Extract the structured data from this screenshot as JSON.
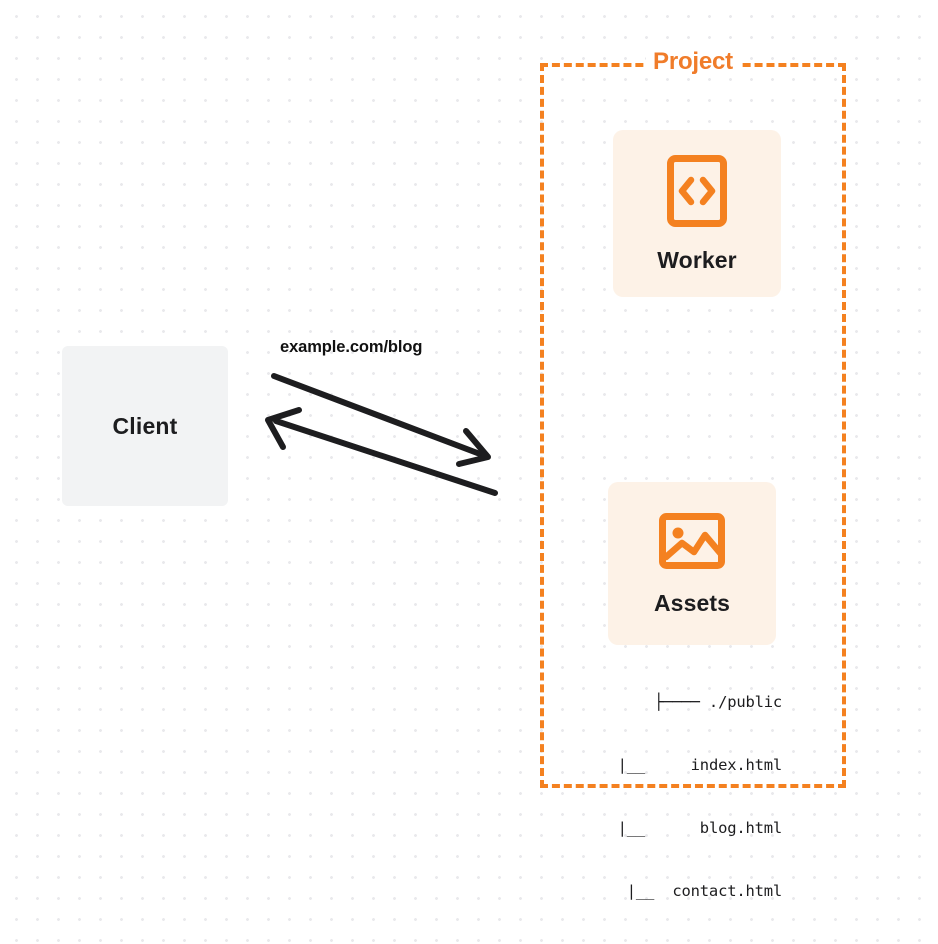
{
  "diagram": {
    "title": "Cloudflare Worker with static assets routing diagram",
    "background": {
      "color": "#ffffff",
      "dot_color": "#e9e9ec",
      "dot_spacing": 21
    },
    "colors": {
      "accent_orange": "#f48120",
      "title_orange": "#f07c2a",
      "card_background": "#fdf2e7",
      "client_background": "#f2f3f4",
      "text_dark": "#1d1d1f",
      "arrow_black": "#1d1d1f"
    }
  },
  "client": {
    "label": "Client"
  },
  "edge": {
    "label": "example.com/blog",
    "arrow_to_project": "arrow-right",
    "arrow_to_client": "arrow-left"
  },
  "project": {
    "title": "Project",
    "border_style": "dashed",
    "nodes": [
      {
        "id": "worker",
        "label": "Worker",
        "icon": "code-brackets-icon"
      },
      {
        "id": "assets",
        "label": "Assets",
        "icon": "image-icon"
      }
    ]
  },
  "file_tree": {
    "lines": [
      "├──── ./public",
      "|__     index.html",
      "|__      blog.html",
      "|__  contact.html"
    ],
    "root": "./public",
    "files": [
      "index.html",
      "blog.html",
      "contact.html"
    ]
  }
}
